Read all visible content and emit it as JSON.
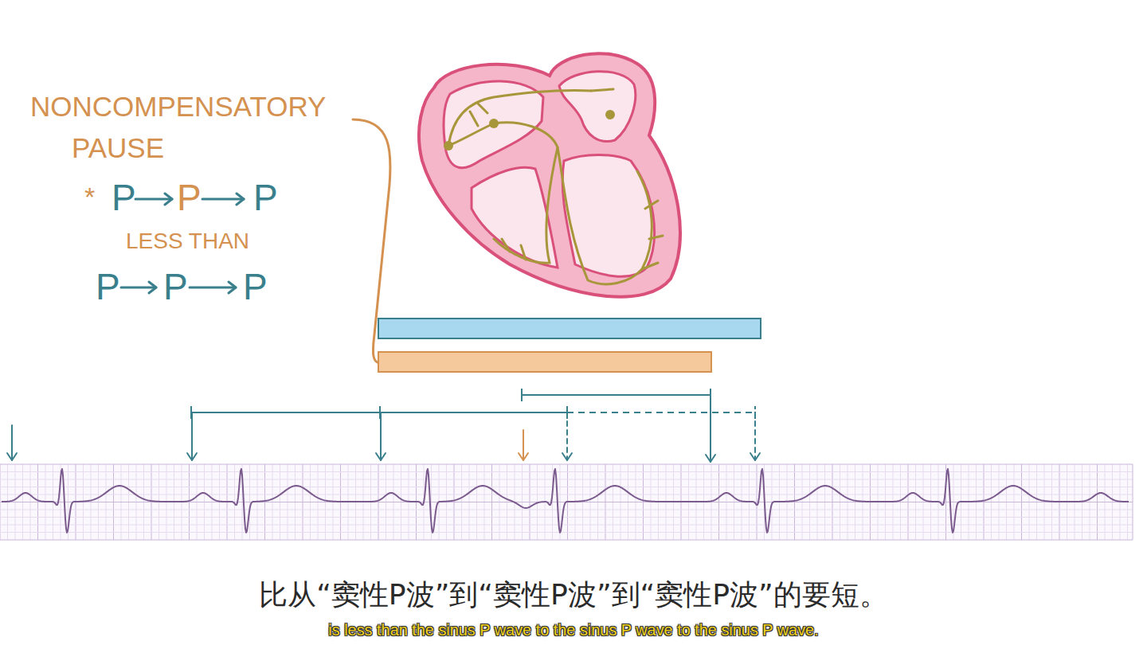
{
  "diagram": {
    "labels": [
      "NONCOMPENSATORY PAUSE",
      "*",
      "P",
      "P",
      "P",
      "LESS THAN",
      "P",
      "P",
      "P",
      "比从“窦性P波”到“窦性P波”到“窦性P波”的要短。",
      "is less than the sinus P wave to the sinus P wave to the sinus P wave."
    ]
  }
}
